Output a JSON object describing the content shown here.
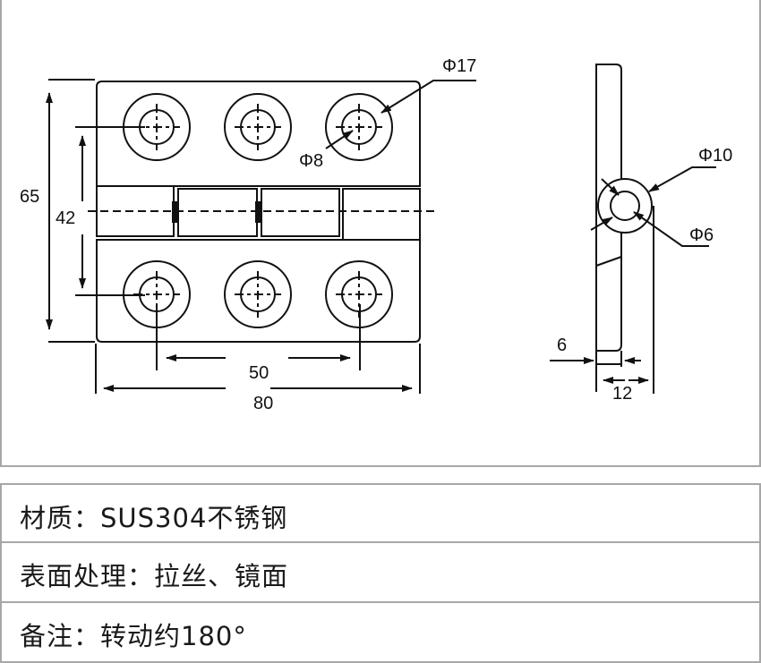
{
  "drawing": {
    "front_view": {
      "height_overall": "65",
      "pin_hole_span": "42",
      "hole_spacing": "50",
      "width_overall": "80",
      "countersink_diameter": "Φ17",
      "hole_diameter": "Φ8"
    },
    "side_view": {
      "knuckle_outer_diameter": "Φ10",
      "pin_diameter": "Φ6",
      "leaf_thickness": "6",
      "knuckle_width": "12"
    }
  },
  "specs": [
    {
      "label": "材质",
      "value": "SUS304不锈钢",
      "text": "材质：SUS304不锈钢"
    },
    {
      "label": "表面处理",
      "value": "拉丝、镜面",
      "text": "表面处理：拉丝、镜面"
    },
    {
      "label": "备注",
      "value": "转动约180°",
      "text": "备注：转动约180°"
    }
  ]
}
